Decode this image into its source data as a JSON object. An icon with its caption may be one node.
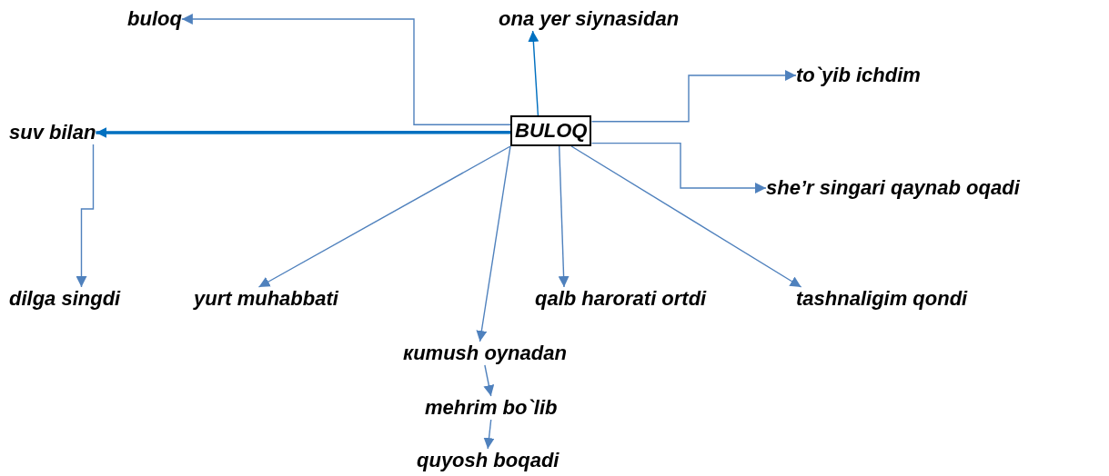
{
  "diagram": {
    "nodes": [
      {
        "text": [
          "buloq"
        ]
      },
      {
        "text": [
          "ona yer siynasidan"
        ]
      },
      {
        "text": [
          "to`yib ichdim"
        ]
      },
      {
        "text": [
          "suv bilan"
        ]
      },
      {
        "text": [
          "BULOQ"
        ]
      },
      {
        "text": [
          "she’r singari qaynab oqadi"
        ]
      },
      {
        "text": [
          "dilga singdi"
        ]
      },
      {
        "text": [
          "yurt muhabbati"
        ]
      },
      {
        "text": [
          "qalb harorati ortdi"
        ]
      },
      {
        "text": [
          "tashnaligim qondi"
        ]
      },
      {
        "text": [
          "кumush oynadan"
        ]
      },
      {
        "text": [
          "mehrim bo`lib"
        ]
      },
      {
        "text": [
          "quyosh boqadi"
        ]
      }
    ],
    "edges": [
      {
        "from": 4,
        "to": 0,
        "arrow": "to"
      },
      {
        "from": 4,
        "to": 1,
        "arrow": "to",
        "color": "#0070c0"
      },
      {
        "from": 4,
        "to": 2,
        "arrow": "to"
      },
      {
        "from": 4,
        "to": 3,
        "arrow": "to",
        "style": "thick",
        "color": "#0070c0"
      },
      {
        "from": 4,
        "to": 5,
        "arrow": "to"
      },
      {
        "from": 3,
        "to": 6,
        "arrow": "to"
      },
      {
        "from": 4,
        "to": 7,
        "arrow": "to"
      },
      {
        "from": 4,
        "to": 10,
        "arrow": "to"
      },
      {
        "from": 4,
        "to": 8,
        "arrow": "to"
      },
      {
        "from": 4,
        "to": 9,
        "arrow": "to"
      },
      {
        "from": 10,
        "to": 11,
        "arrow": "to"
      },
      {
        "from": 11,
        "to": 12,
        "arrow": "to"
      }
    ]
  }
}
